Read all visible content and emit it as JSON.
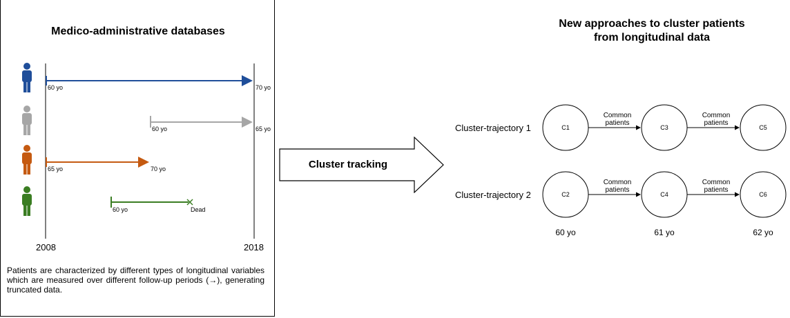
{
  "left_panel": {
    "title": "Medico-administrative databases",
    "patients": [
      {
        "color": "#1f4e9a",
        "start_label": "60 yo",
        "end_label": "70 yo",
        "start_year": 2008,
        "end_year": 2018,
        "end_type": "arrow"
      },
      {
        "color": "#a6a6a6",
        "start_label": "60 yo",
        "end_label": "65 yo",
        "start_year": 2013,
        "end_year": 2018,
        "end_type": "arrow"
      },
      {
        "color": "#c55a11",
        "start_label": "65 yo",
        "end_label": "70 yo",
        "start_year": 2008,
        "end_year": 2013,
        "end_type": "arrow"
      },
      {
        "color": "#3a7d22",
        "start_label": "60 yo",
        "end_label": "Dead",
        "start_year": 2011,
        "end_year": 2015,
        "end_type": "cross"
      }
    ],
    "axis": {
      "start": "2008",
      "end": "2018"
    },
    "note": "Patients are characterized by different types of longitudinal variables which are measured over different follow-up periods (→), generating truncated data."
  },
  "middle": {
    "arrow_label": "Cluster tracking"
  },
  "right_panel": {
    "title_line1": "New approaches to cluster patients",
    "title_line2": "from longitudinal data",
    "trajectories": [
      {
        "label": "Cluster-trajectory 1",
        "clusters": [
          "C1",
          "C3",
          "C5"
        ]
      },
      {
        "label": "Cluster-trajectory 2",
        "clusters": [
          "C2",
          "C4",
          "C6"
        ]
      }
    ],
    "edge_label_line1": "Common",
    "edge_label_line2": "patients",
    "ages": [
      "60 yo",
      "61 yo",
      "62 yo"
    ]
  }
}
